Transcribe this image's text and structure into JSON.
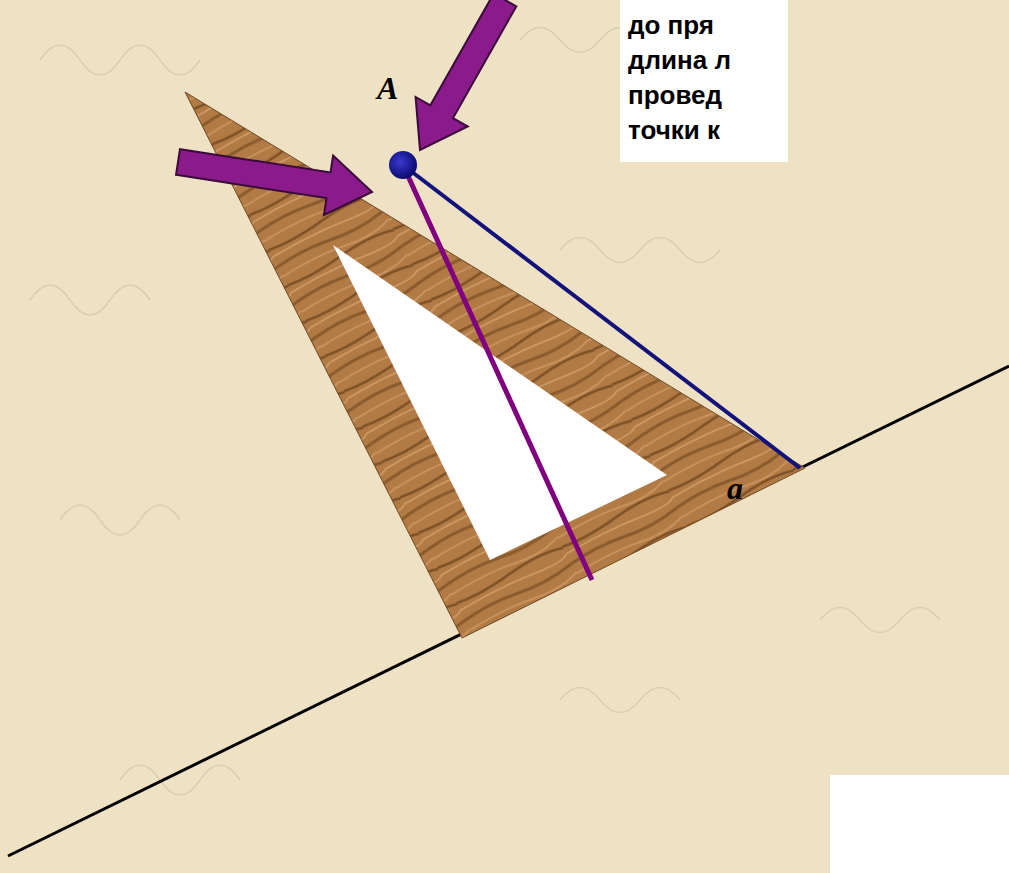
{
  "diagram": {
    "nodes": [
      {
        "text": [
          "до пря длина л провед точки к"
        ]
      }
    ],
    "labels": [
      "A",
      "a"
    ]
  }
}
